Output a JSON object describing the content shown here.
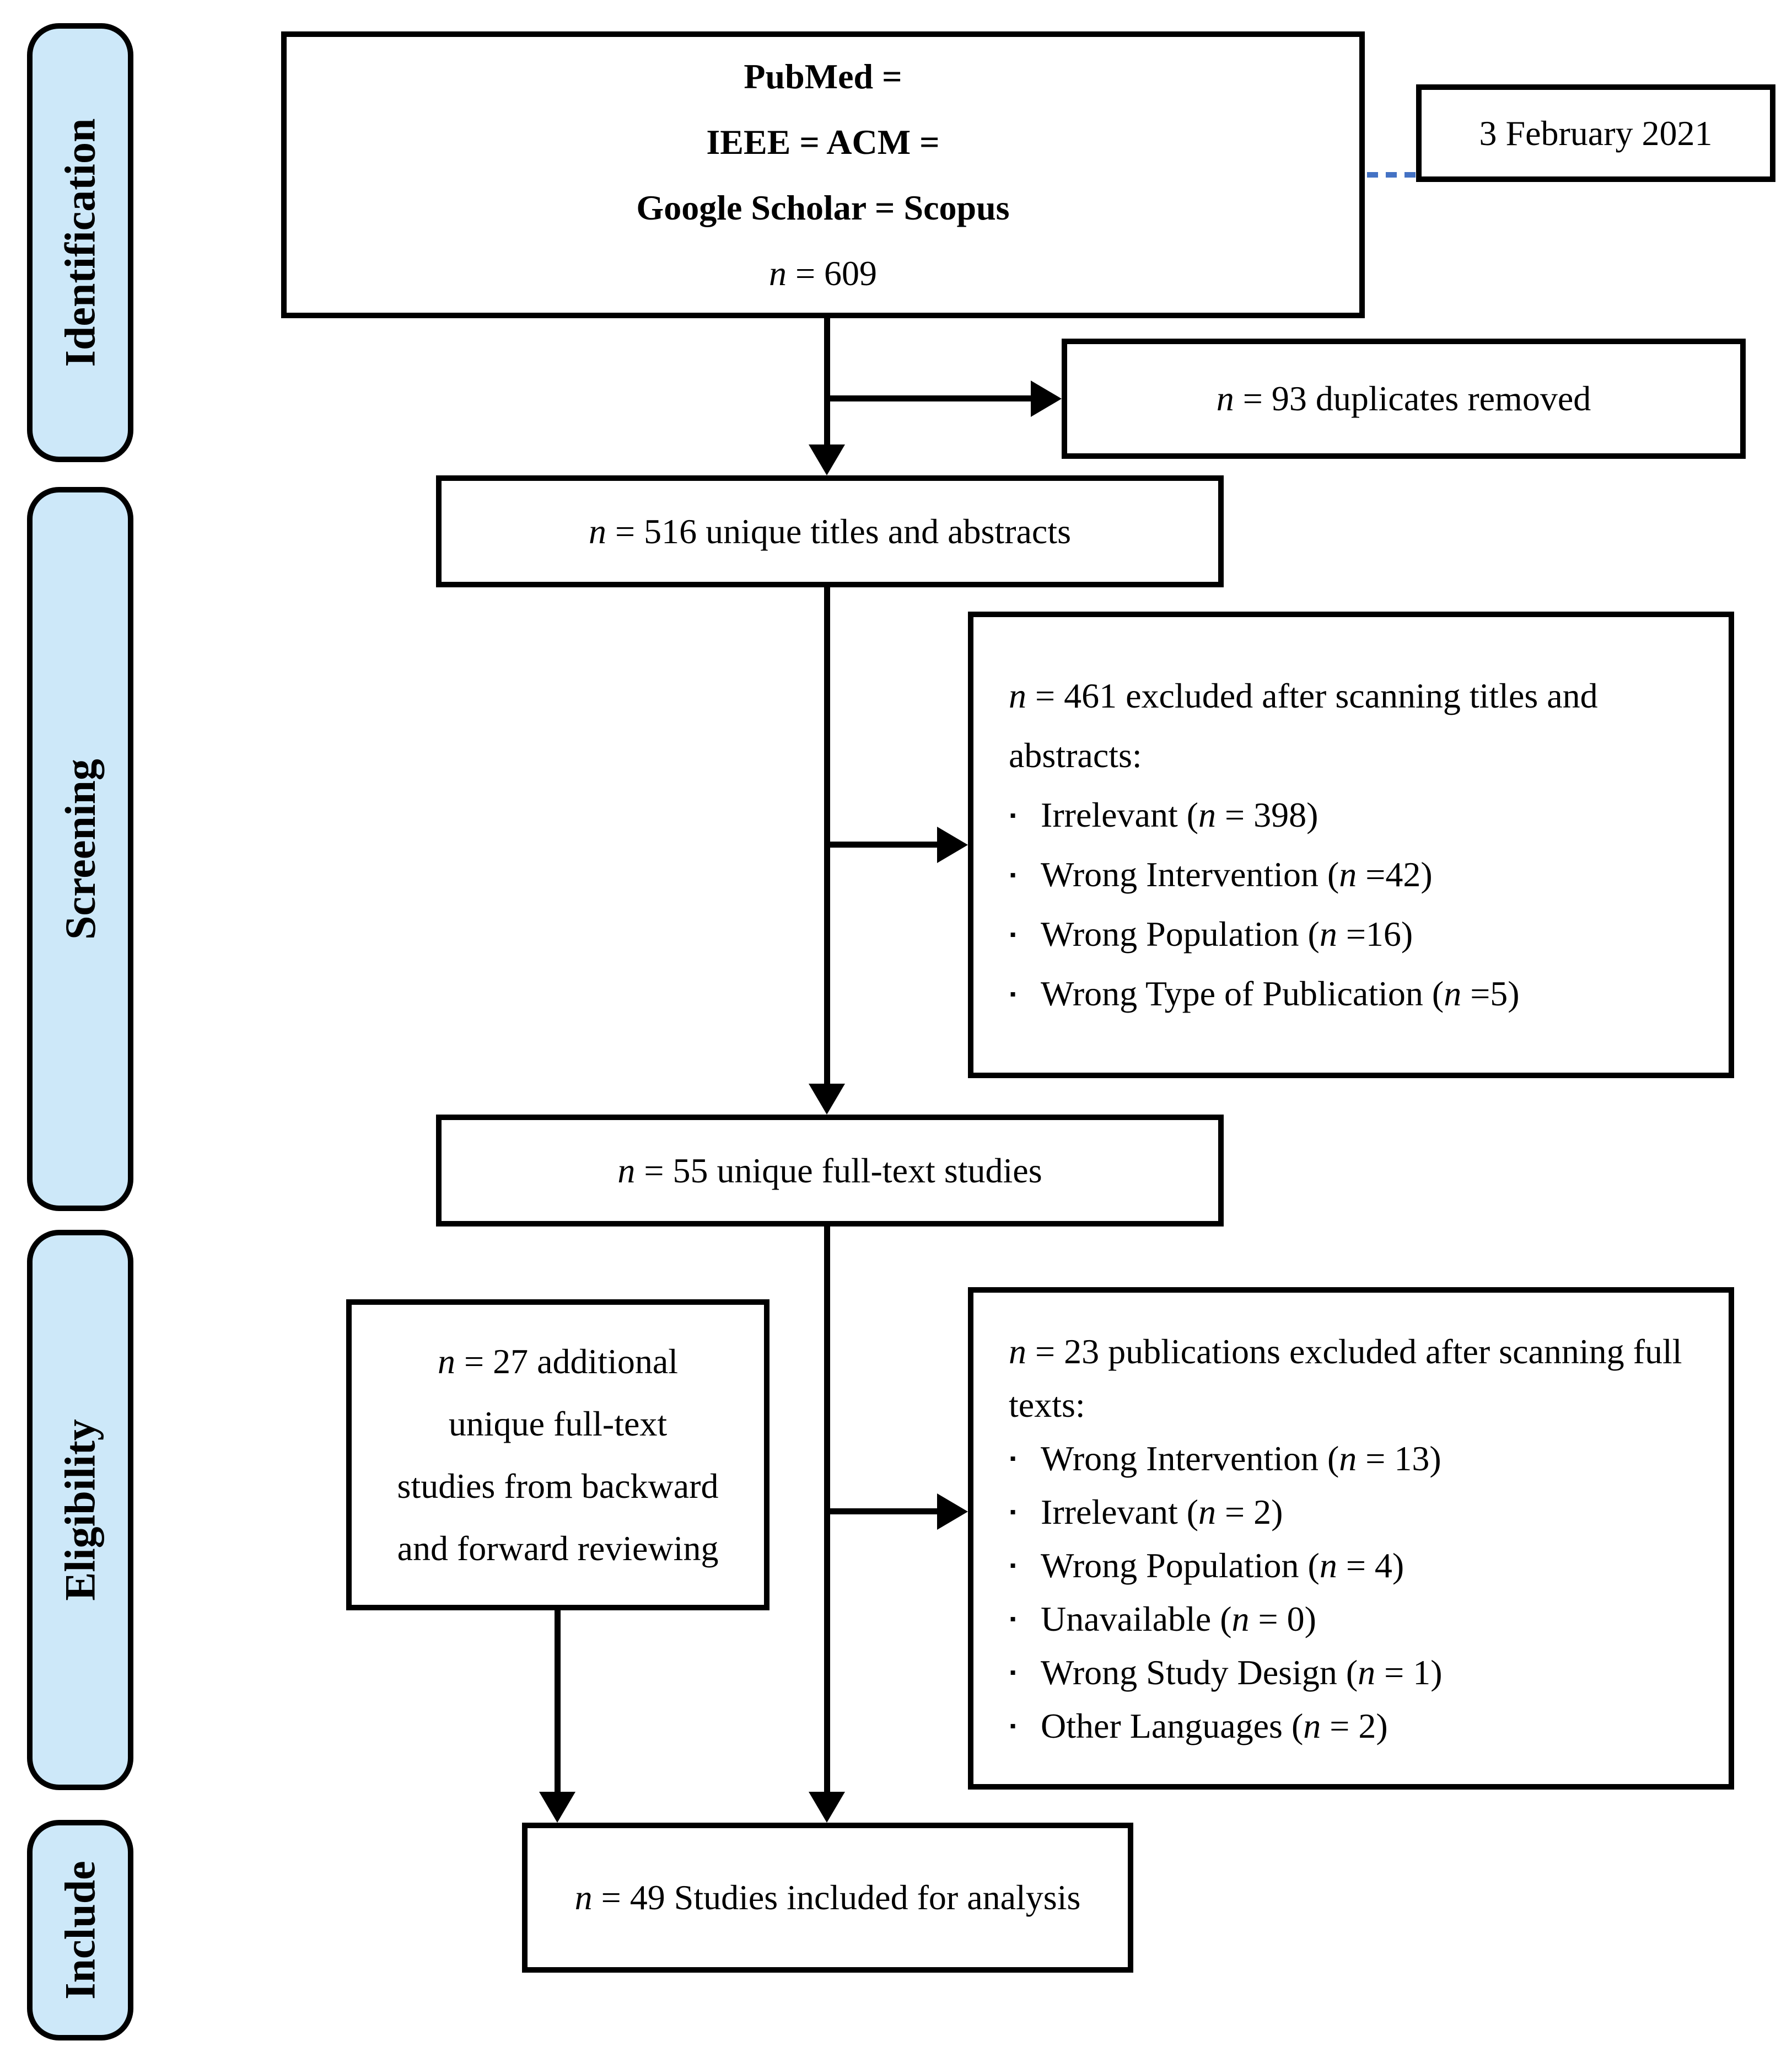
{
  "palette": {
    "sidebar_fill": "#cde8f9",
    "line": "#000000",
    "connector_dash": "#4472c4",
    "box_bg": "#ffffff"
  },
  "stages": [
    "Identification",
    "Screening",
    "Eligibility",
    "Include"
  ],
  "date_note": {
    "text": "3 February 2021"
  },
  "boxes": {
    "sources": {
      "lines": [
        "PubMed =",
        "IEEE = ACM =",
        "Google Scholar = Scopus",
        "n = 609"
      ]
    },
    "duplicates_removed": {
      "text": "n = 93 duplicates removed"
    },
    "unique_titles_abstracts": {
      "text": "n = 516 unique titles and abstracts"
    },
    "excluded_titles_abstracts": {
      "intro": "n = 461 excluded after scanning titles and abstracts:",
      "items": [
        "Irrelevant (n = 398)",
        "Wrong Intervention (n =42)",
        "Wrong Population (n =16)",
        "Wrong Type of Publication (n =5)"
      ]
    },
    "unique_fulltext": {
      "text": "n = 55 unique full-text studies"
    },
    "additional_fulltext": {
      "text": "n = 27 additional unique full-text studies from backward and forward reviewing"
    },
    "excluded_fulltext": {
      "intro": "n = 23 publications excluded after scanning full texts:",
      "items": [
        "Wrong Intervention (n = 13)",
        "Irrelevant (n = 2)",
        "Wrong Population (n = 4)",
        "Unavailable (n = 0)",
        "Wrong Study Design (n = 1)",
        "Other Languages (n = 2)"
      ]
    },
    "included": {
      "text": "n = 49 Studies included for analysis"
    }
  }
}
